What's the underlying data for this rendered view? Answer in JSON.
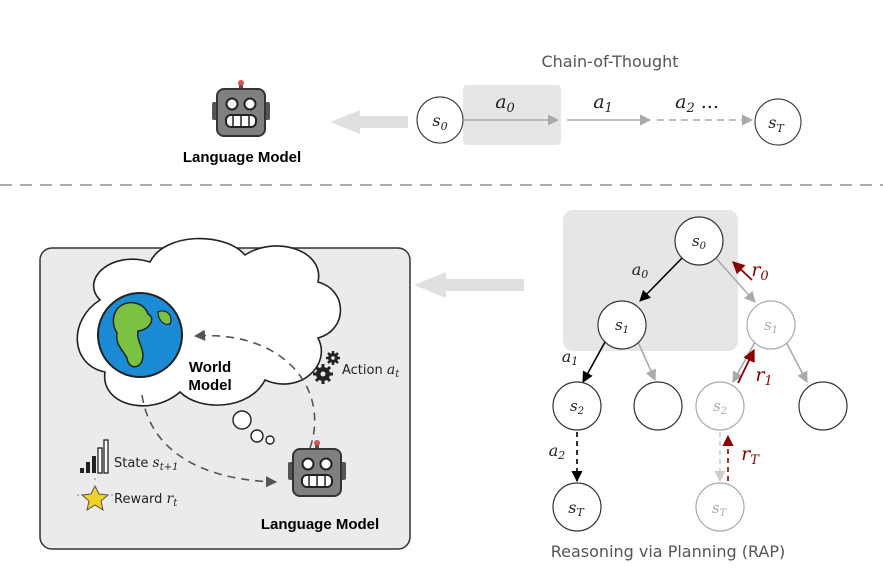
{
  "top": {
    "title": "Chain-of-Thought",
    "model_label": "Language Model",
    "state_start": "s",
    "state_start_sub": "0",
    "state_end": "s",
    "state_end_sub": "T",
    "actions": [
      {
        "label": "a",
        "sub": "0"
      },
      {
        "label": "a",
        "sub": "1"
      },
      {
        "label": "a",
        "sub": "2",
        "suffix": " ..."
      }
    ]
  },
  "bottom": {
    "world_model_line1": "World",
    "world_model_line2": "Model",
    "action_label": "Action ",
    "action_var": "a",
    "action_sub": "t",
    "state_label": "State ",
    "state_var": "s",
    "state_sub": "t+1",
    "reward_label": "Reward ",
    "reward_var": "r",
    "reward_sub": "t",
    "model_label": "Language Model"
  },
  "rap": {
    "title": "Reasoning via Planning (RAP)",
    "nodes": {
      "root": {
        "label": "s",
        "sub": "0"
      },
      "s1_left": {
        "label": "s",
        "sub": "1"
      },
      "s1_right": {
        "label": "s",
        "sub": "1"
      },
      "s2_left": {
        "label": "s",
        "sub": "2"
      },
      "s2_right": {
        "label": "s",
        "sub": "2"
      },
      "sT_left": {
        "label": "s",
        "sub": "T"
      },
      "sT_right": {
        "label": "s",
        "sub": "T"
      }
    },
    "edges": {
      "a0": {
        "label": "a",
        "sub": "0"
      },
      "a1": {
        "label": "a",
        "sub": "1"
      },
      "a2": {
        "label": "a",
        "sub": "2"
      },
      "r0": {
        "label": "r",
        "sub": "0"
      },
      "r1": {
        "label": "r",
        "sub": "1"
      },
      "rT": {
        "label": "r",
        "sub": "T"
      }
    }
  },
  "colors": {
    "accent_reward": "#8b0000",
    "node_gray": "#aaaaaa",
    "panel_bg": "#ebebeb",
    "highlight_bg": "#e6e6e6",
    "robot_body": "#808080",
    "globe_ocean": "#1c8bd6",
    "globe_land": "#7cc242",
    "star": "#f2d024"
  }
}
